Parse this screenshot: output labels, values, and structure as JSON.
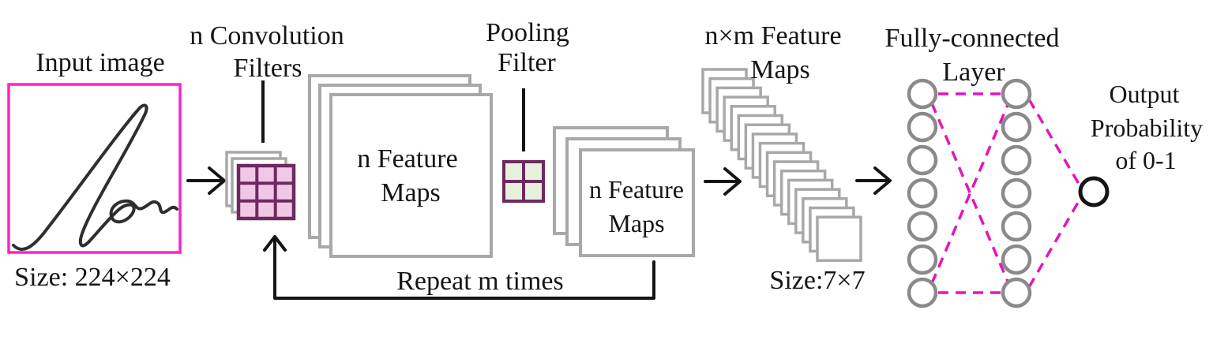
{
  "labels": {
    "input_title": "Input image",
    "input_size": "Size: 224×224",
    "conv_line1": "n Convolution",
    "conv_line2": "Filters",
    "fmap1_line1": "n Feature",
    "fmap1_line2": "Maps",
    "pool_line1": "Pooling",
    "pool_line2": "Filter",
    "fmap2_line1": "n Feature",
    "fmap2_line2": "Maps",
    "repeat": "Repeat m times",
    "nm_line1": "n×m Feature",
    "nm_line2": "Maps",
    "nm_size": "Size:7×7",
    "fc_line1": "Fully-connected",
    "fc_line2": "Layer",
    "out_line1": "Output",
    "out_line2": "Probability",
    "out_line3": "of 0-1"
  },
  "colors": {
    "magenta": "#ff21c7",
    "plum": "#6d2a5e",
    "pink-cell": "#f0c8e6",
    "green-cell": "#e7f0dc",
    "gray": "#a8a8a8",
    "circle-gray": "#8a8a8a",
    "dash-magenta": "#e315bd",
    "ink": "#151515"
  },
  "structure": {
    "nm_stack_count": 17,
    "fc_nodes_per_column": 7
  }
}
